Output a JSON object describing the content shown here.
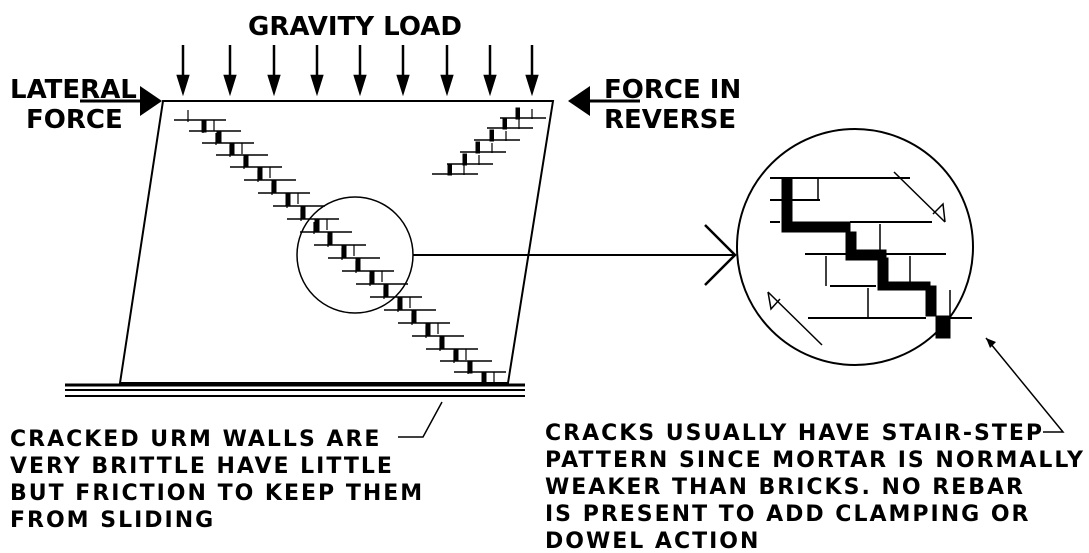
{
  "labels": {
    "gravity_load": "GRAVITY LOAD",
    "lateral_force_line1": "LATERAL",
    "lateral_force_line2": "FORCE",
    "reverse_force_line1": "FORCE IN",
    "reverse_force_line2": "REVERSE"
  },
  "captions": {
    "left": [
      "CRACKED URM WALLS ARE",
      "VERY BRITTLE  HAVE LITTLE",
      "BUT FRICTION TO KEEP THEM",
      "FROM SLIDING"
    ],
    "right": [
      "CRACKS USUALLY HAVE STAIR-STEP",
      "PATTERN SINCE MORTAR IS NORMALLY",
      "WEAKER THAN BRICKS. NO REBAR",
      "IS PRESENT TO ADD CLAMPING OR",
      "DOWEL ACTION"
    ]
  },
  "colors": {
    "ink": "#000000",
    "paper": "#ffffff"
  }
}
